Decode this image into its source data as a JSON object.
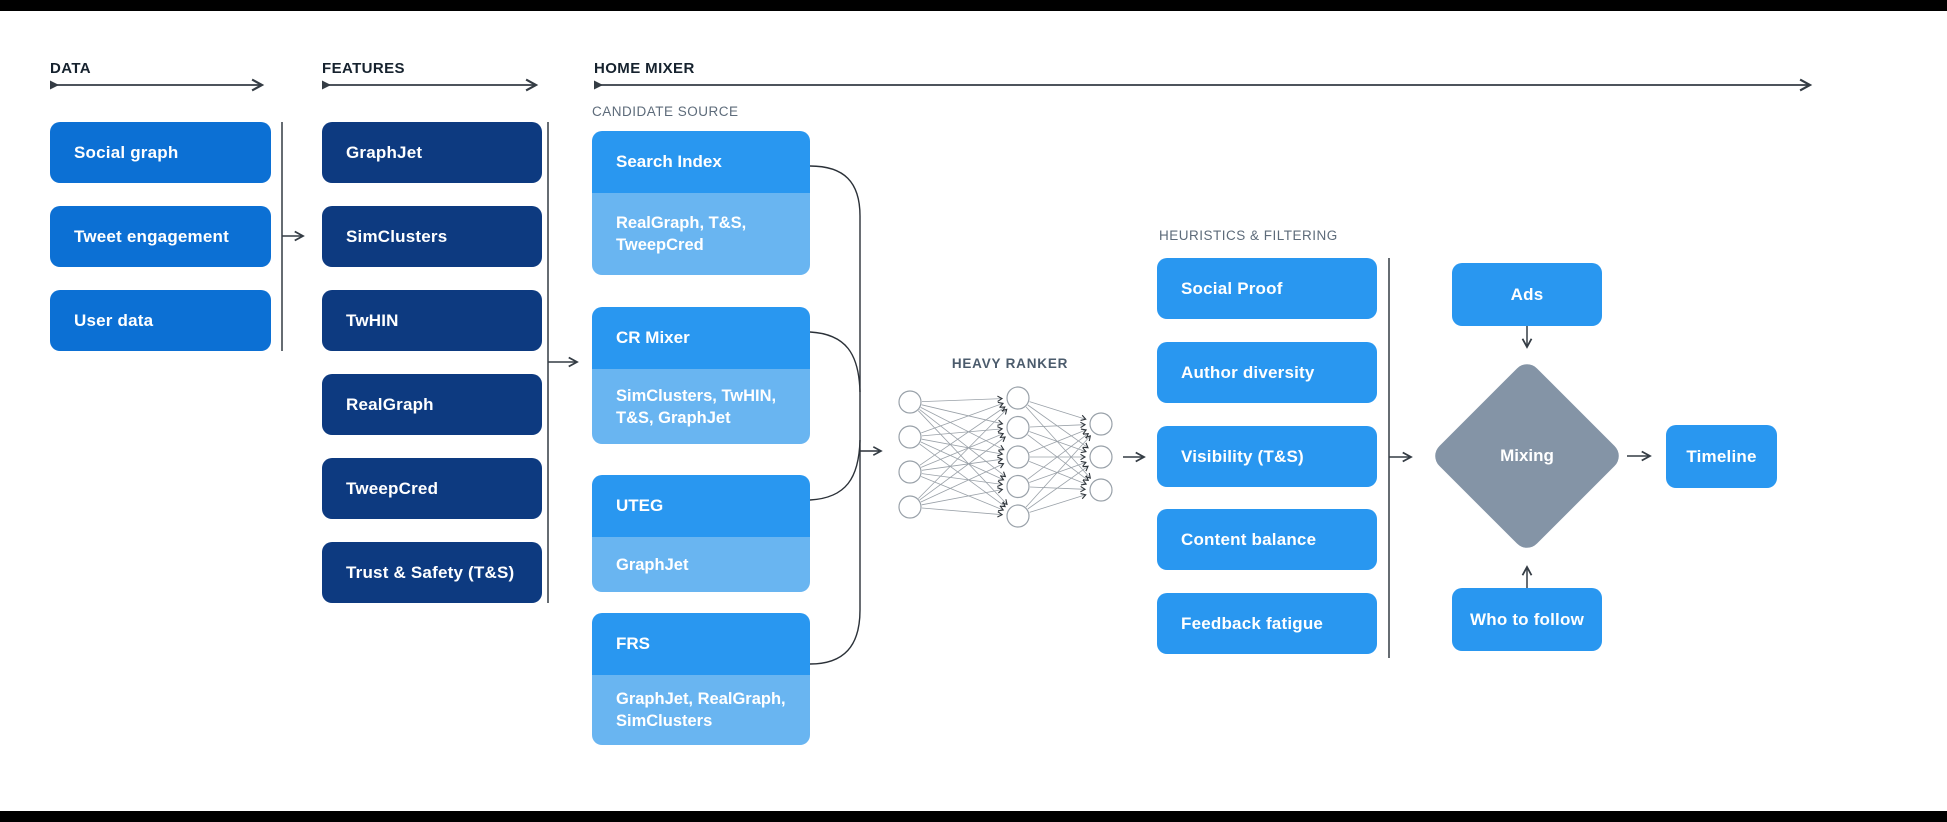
{
  "colors": {
    "data_box": "#0c70d4",
    "feature_box": "#0d3a80",
    "sky": "#2997f0",
    "sky_light": "#69b5f1",
    "diamond": "#8494a6",
    "ink": "#16222e",
    "label": "#5d6b7a",
    "ranker": "#4b5b6c",
    "line": "#343c44"
  },
  "sections": {
    "data": {
      "label": "DATA",
      "items": [
        "Social graph",
        "Tweet engagement",
        "User data"
      ]
    },
    "features": {
      "label": "FEATURES",
      "items": [
        "GraphJet",
        "SimClusters",
        "TwHIN",
        "RealGraph",
        "TweepCred",
        "Trust & Safety (T&S)"
      ]
    },
    "home_mixer": {
      "label": "HOME MIXER",
      "candidate_source": {
        "label": "CANDIDATE SOURCE",
        "groups": [
          {
            "name": "Search Index",
            "sources": "RealGraph, T&S,\nTweepCred"
          },
          {
            "name": "CR Mixer",
            "sources": "SimClusters, TwHIN,\nT&S, GraphJet"
          },
          {
            "name": "UTEG",
            "sources": "GraphJet"
          },
          {
            "name": "FRS",
            "sources": "GraphJet, RealGraph,\nSimClusters"
          }
        ]
      },
      "heavy_ranker": {
        "label": "HEAVY RANKER",
        "layers": [
          4,
          5,
          3
        ]
      },
      "heuristics": {
        "label": "HEURISTICS & FILTERING",
        "items": [
          "Social Proof",
          "Author diversity",
          "Visibility (T&S)",
          "Content balance",
          "Feedback fatigue"
        ]
      },
      "mixing": {
        "ads": "Ads",
        "diamond": "Mixing",
        "who_to_follow": "Who to follow",
        "timeline": "Timeline"
      }
    }
  }
}
